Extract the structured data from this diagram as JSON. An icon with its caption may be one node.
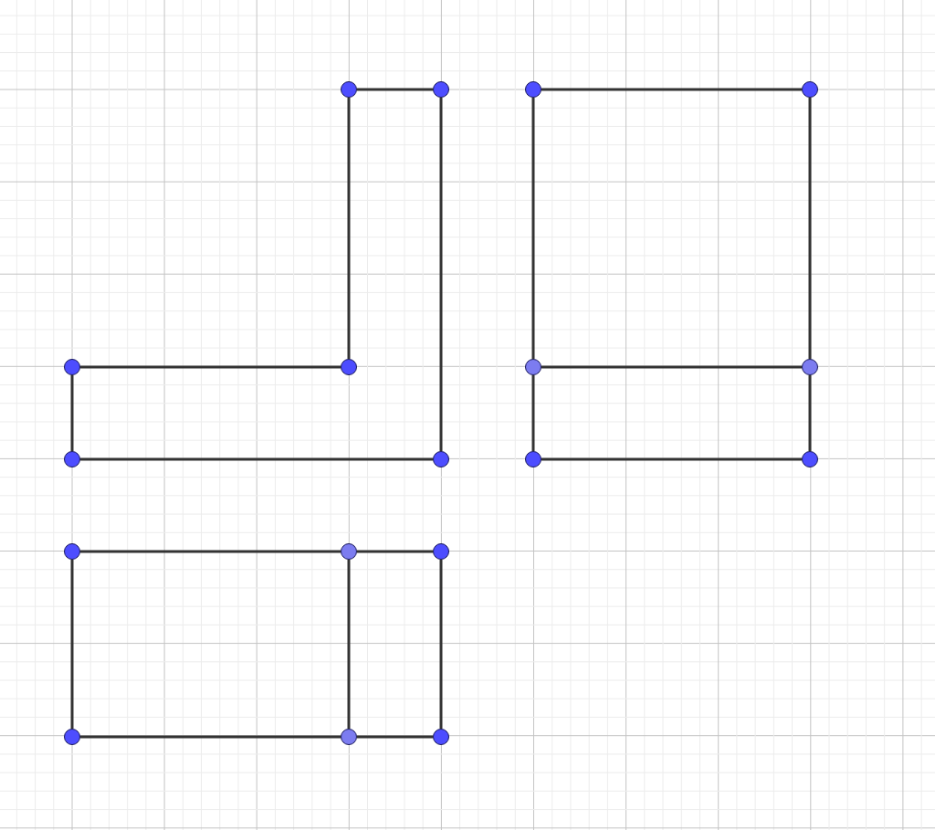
{
  "diagram": {
    "nodes": [
      {
        "text": [],
        "shape": "circle"
      },
      {
        "text": [],
        "shape": "circle"
      },
      {
        "text": [],
        "shape": "circle"
      },
      {
        "text": [],
        "shape": "circle"
      },
      {
        "text": [],
        "shape": "circle"
      },
      {
        "text": [],
        "shape": "circle"
      },
      {
        "text": [],
        "shape": "circle"
      },
      {
        "text": [],
        "shape": "circle"
      },
      {
        "text": [],
        "shape": "circle"
      },
      {
        "text": [],
        "shape": "circle"
      },
      {
        "text": [],
        "shape": "circle"
      },
      {
        "text": [],
        "shape": "circle"
      },
      {
        "text": [],
        "shape": "circle"
      },
      {
        "text": [],
        "shape": "circle"
      },
      {
        "text": [],
        "shape": "circle"
      },
      {
        "text": [],
        "shape": "circle"
      },
      {
        "text": [],
        "shape": "circle"
      },
      {
        "text": [],
        "shape": "circle"
      }
    ],
    "edges": [
      {
        "from": 0,
        "to": 1,
        "arrow": "none"
      },
      {
        "from": 0,
        "to": 5,
        "arrow": "none"
      },
      {
        "from": 1,
        "to": 9,
        "arrow": "none"
      },
      {
        "from": 4,
        "to": 5,
        "arrow": "none"
      },
      {
        "from": 4,
        "to": 8,
        "arrow": "none"
      },
      {
        "from": 8,
        "to": 9,
        "arrow": "none"
      },
      {
        "from": 2,
        "to": 3,
        "arrow": "none"
      },
      {
        "from": 2,
        "to": 6,
        "arrow": "none"
      },
      {
        "from": 6,
        "to": 10,
        "arrow": "none"
      },
      {
        "from": 3,
        "to": 7,
        "arrow": "none"
      },
      {
        "from": 7,
        "to": 11,
        "arrow": "none"
      },
      {
        "from": 6,
        "to": 7,
        "arrow": "none"
      },
      {
        "from": 10,
        "to": 11,
        "arrow": "none"
      },
      {
        "from": 12,
        "to": 13,
        "arrow": "none"
      },
      {
        "from": 13,
        "to": 14,
        "arrow": "none"
      },
      {
        "from": 12,
        "to": 15,
        "arrow": "none"
      },
      {
        "from": 13,
        "to": 16,
        "arrow": "none"
      },
      {
        "from": 14,
        "to": 17,
        "arrow": "none"
      },
      {
        "from": 15,
        "to": 16,
        "arrow": "none"
      },
      {
        "from": 16,
        "to": 17,
        "arrow": "none"
      }
    ]
  }
}
